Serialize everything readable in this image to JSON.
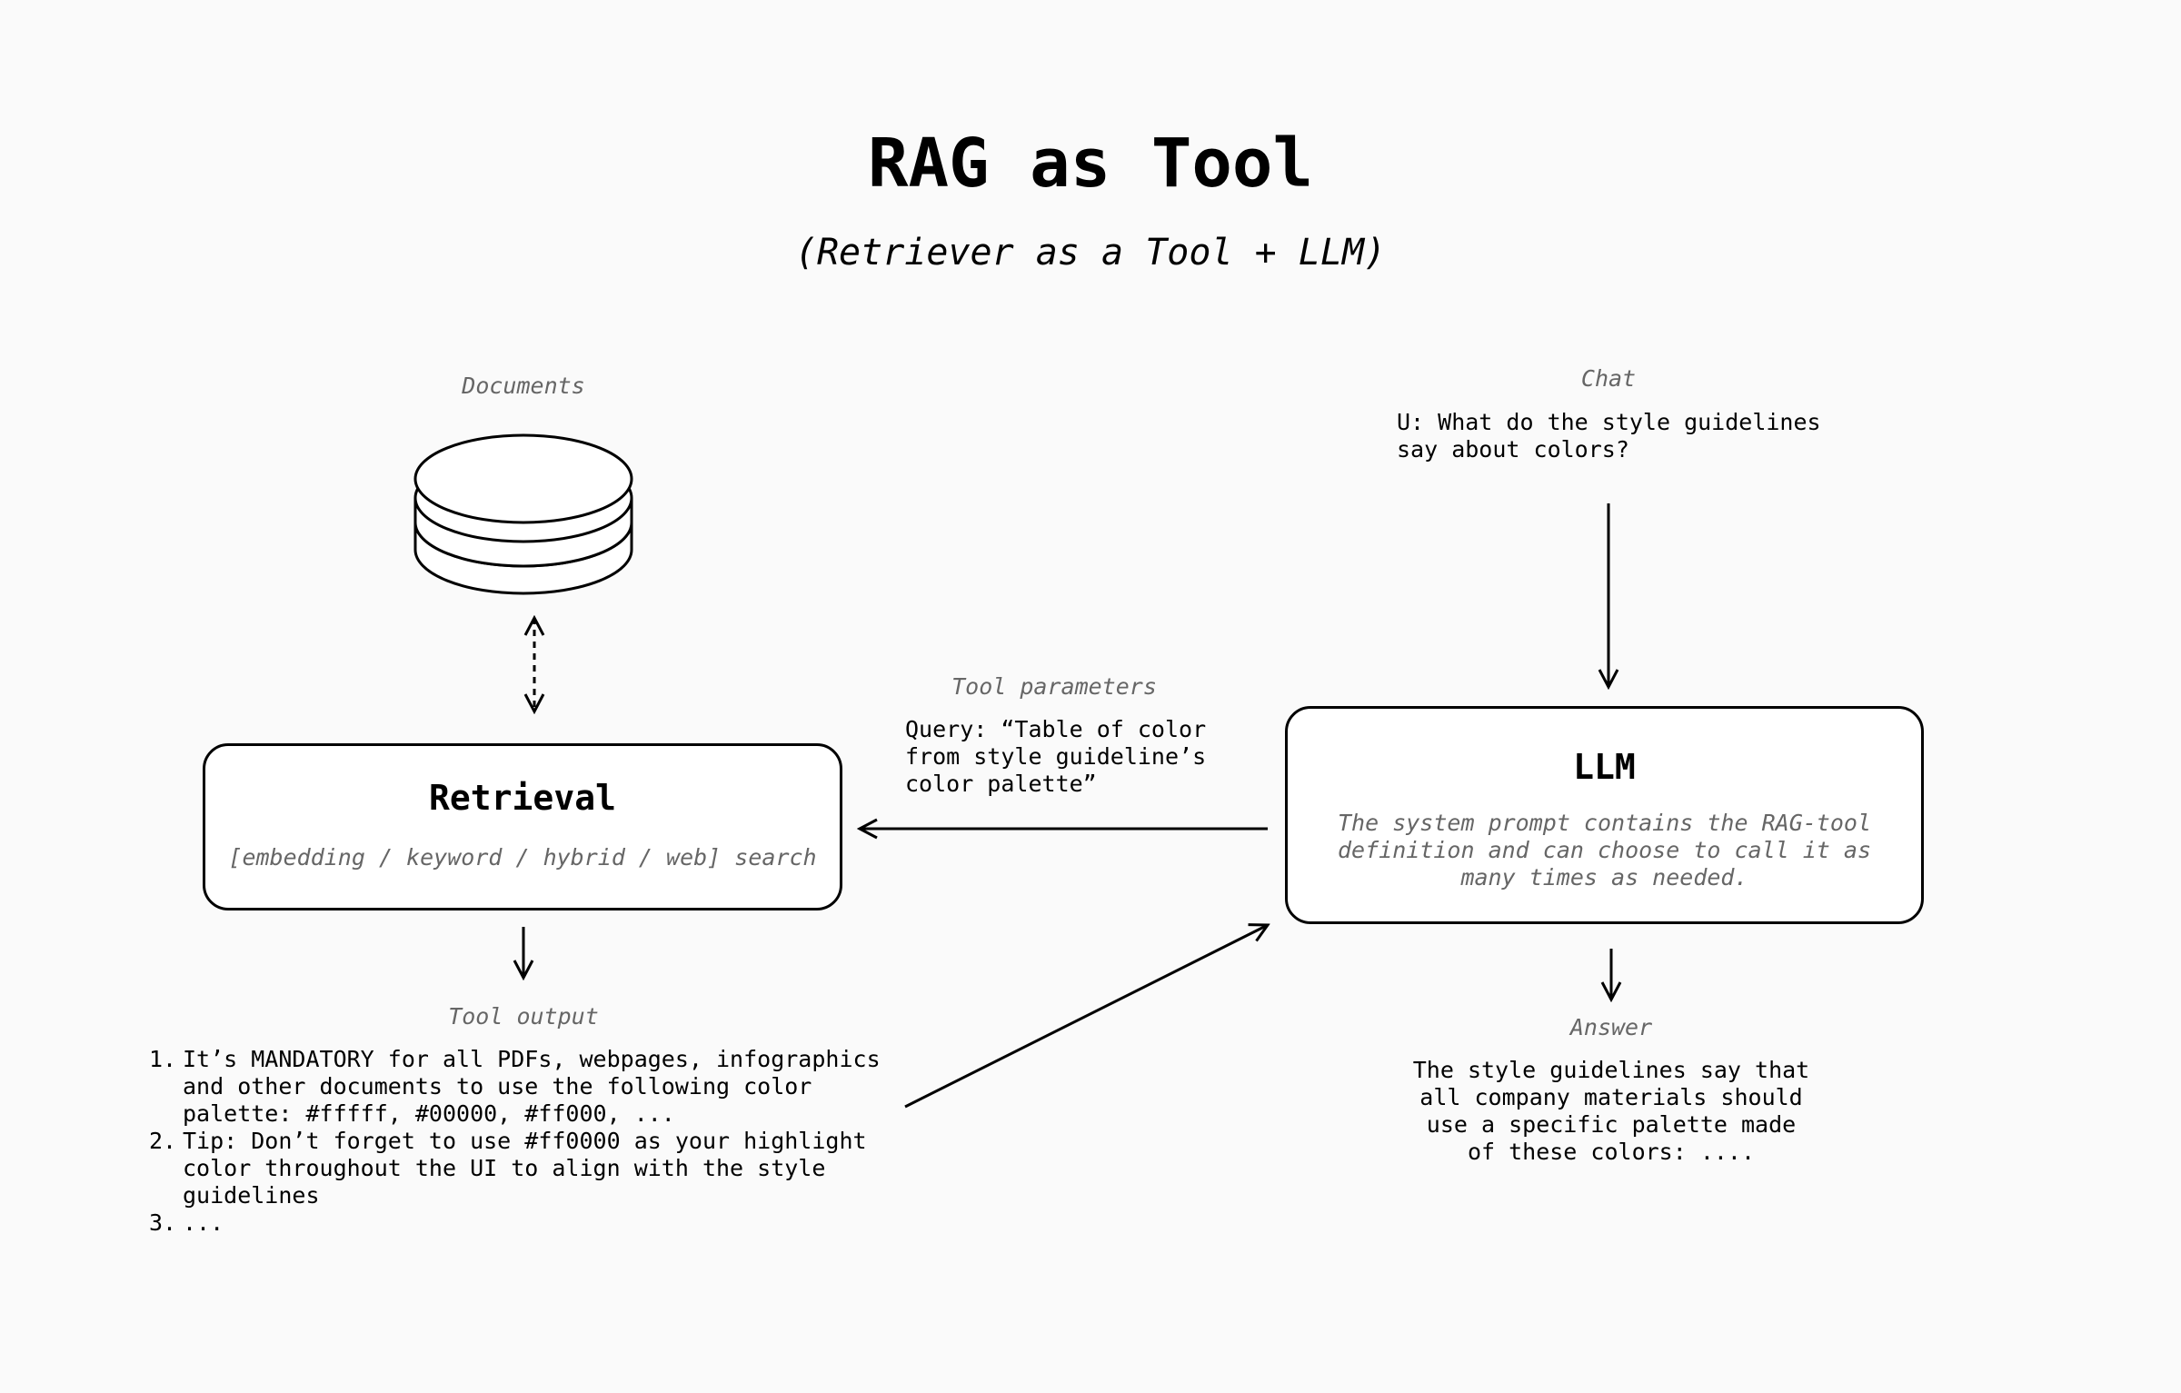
{
  "header": {
    "title": "RAG as Tool",
    "subtitle": "(Retriever as a Tool + LLM)"
  },
  "documents": {
    "label": "Documents",
    "icon": "database-icon"
  },
  "retrieval": {
    "title": "Retrieval",
    "subtitle": "[embedding / keyword / hybrid / web] search"
  },
  "tool_parameters": {
    "label": "Tool parameters",
    "text": "Query: “Table of color\nfrom style guideline’s\ncolor palette”"
  },
  "chat": {
    "label": "Chat",
    "text": "U: What do the style guidelines\nsay about colors?"
  },
  "llm": {
    "title": "LLM",
    "description": "The system prompt contains the RAG-tool\ndefinition and can choose to call it as\nmany times as needed."
  },
  "tool_output": {
    "label": "Tool output",
    "items": [
      {
        "num": "1.",
        "text": "It’s MANDATORY for all PDFs, webpages, infographics\nand other documents to use the following color\npalette: #fffff, #00000, #ff000, ..."
      },
      {
        "num": "2.",
        "text": "Tip: Don’t forget to use #ff0000 as your highlight\ncolor throughout the UI to align with the style\nguidelines"
      },
      {
        "num": "3.",
        "text": "..."
      }
    ]
  },
  "answer": {
    "label": "Answer",
    "text": "The style guidelines say that\nall company materials should\nuse a specific palette made\nof these colors: ...."
  },
  "colors": {
    "background": "#fafafa",
    "stroke": "#000000",
    "muted_text": "#666666",
    "box_fill": "#ffffff"
  }
}
